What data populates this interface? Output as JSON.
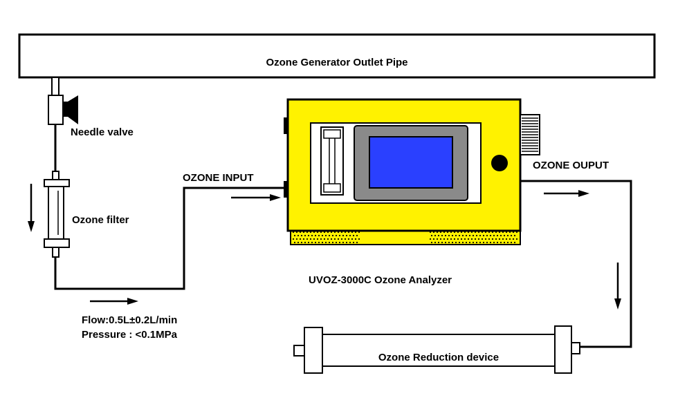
{
  "labels": {
    "outlet_pipe": "Ozone Generator Outlet Pipe",
    "needle_valve": "Needle valve",
    "ozone_filter": "Ozone filter",
    "ozone_input": "OZONE INPUT",
    "ozone_output": "OZONE OUPUT",
    "analyzer": "UVOZ-3000C Ozone Analyzer",
    "flow": "Flow:0.5L±0.2L/min",
    "pressure": "Pressure : <0.1MPa",
    "reduction_device": "Ozone Reduction device"
  },
  "colors": {
    "line": "#000000",
    "analyzer_body": "#fff200",
    "analyzer_panel": "#ffffff",
    "screen_frame": "#8a8a8a",
    "screen": "#2a40ff"
  }
}
